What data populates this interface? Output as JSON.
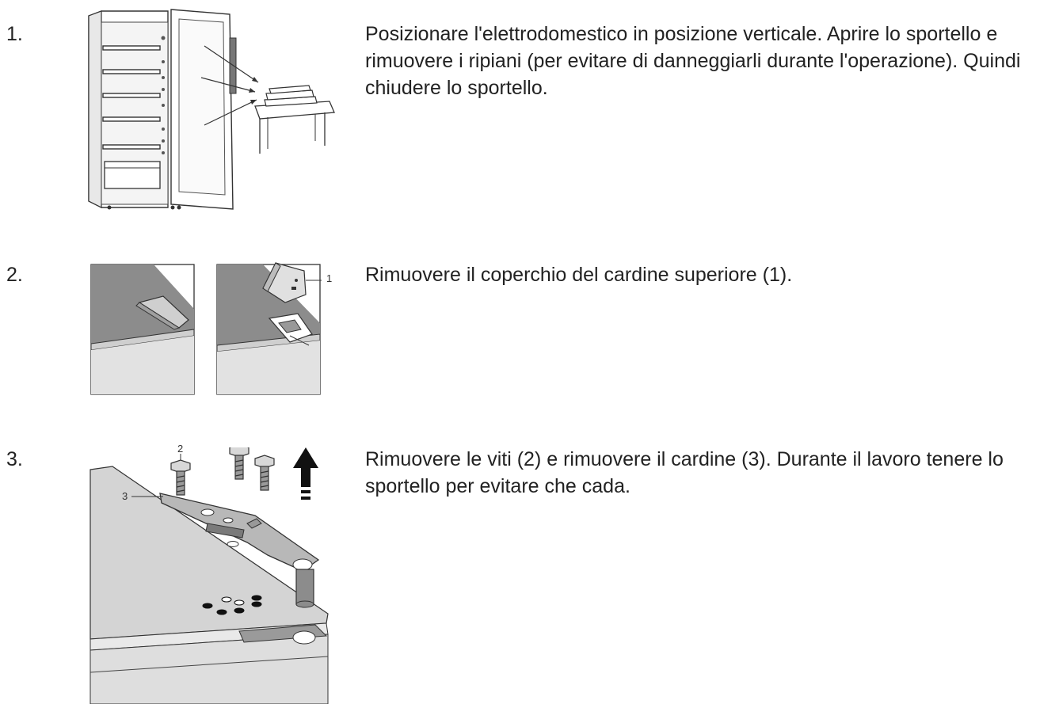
{
  "steps": [
    {
      "number": "1.",
      "text": "Posizionare l'elettrodomestico in posizione verticale. Aprire lo sportello e rimuovere i ripiani (per evitare di danneggiarli durante l'operazione). Quindi chiudere lo sportello.",
      "illustration": "fridge-open-door-shelves-removed"
    },
    {
      "number": "2.",
      "text": "Rimuovere il coperchio del cardine superiore (1).",
      "illustration": "top-hinge-cover-removal",
      "callouts": [
        "1"
      ]
    },
    {
      "number": "3.",
      "text": "Rimuovere le viti (2) e rimuovere il cardine (3). Durante il lavoro tenere lo sportello per evitare che cada.",
      "illustration": "hinge-screws-removal",
      "callouts": [
        "2",
        "3"
      ]
    }
  ],
  "colors": {
    "text": "#222222",
    "panel_dark": "#8c8c8c",
    "panel_light": "#d9d9d9",
    "line": "#333333"
  }
}
